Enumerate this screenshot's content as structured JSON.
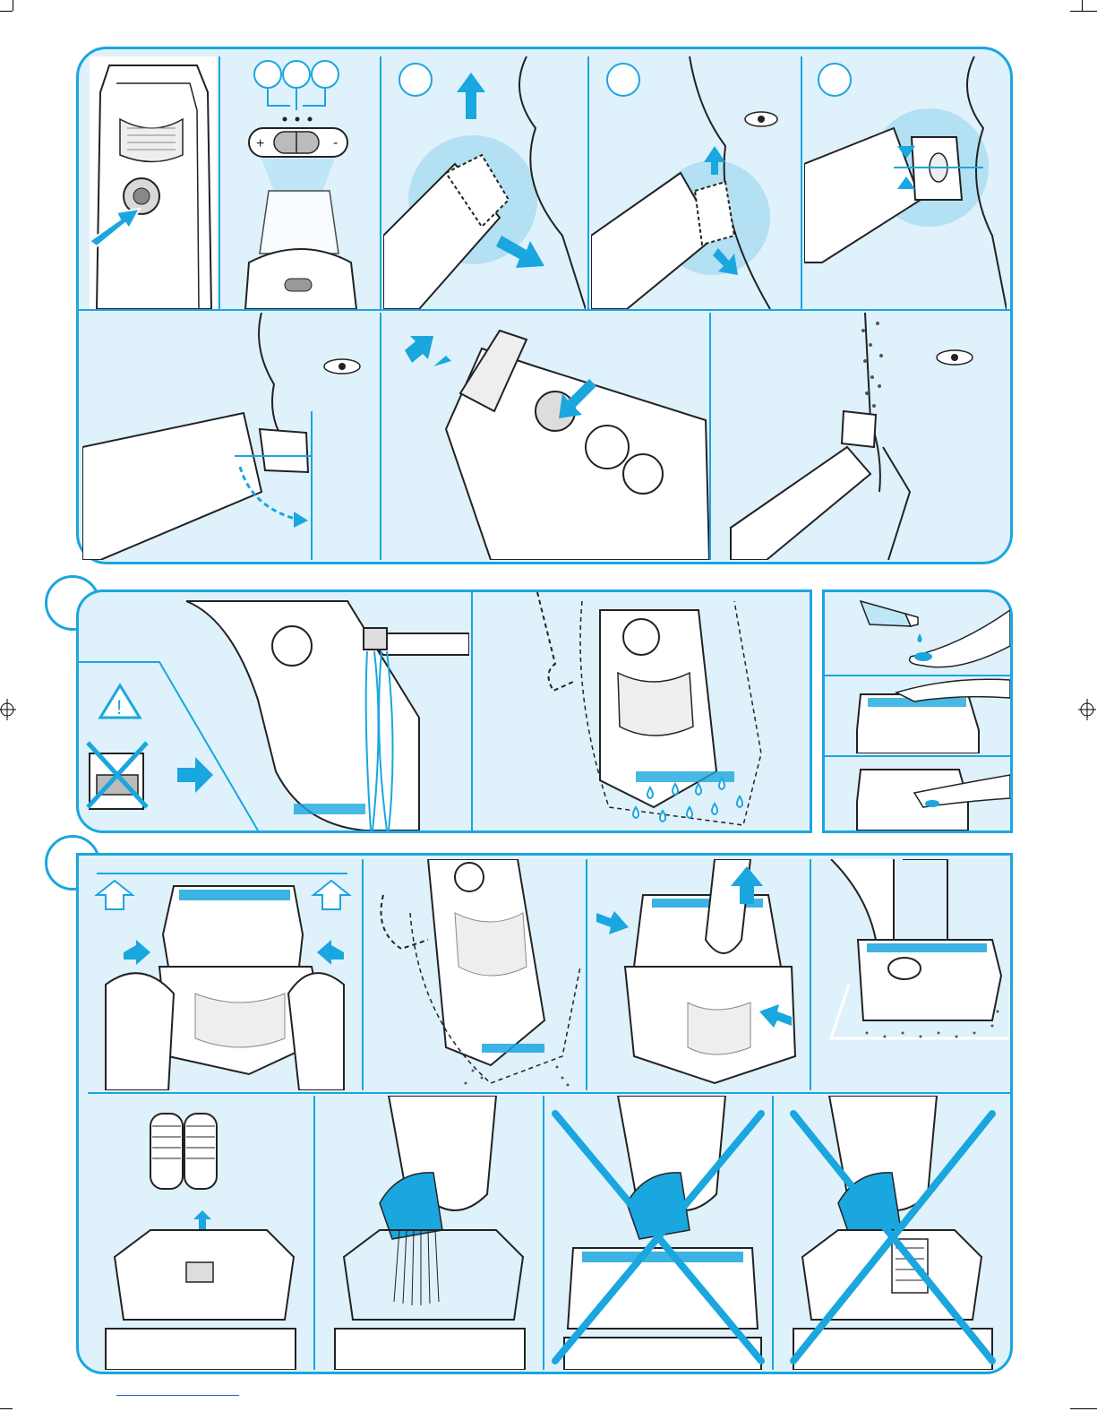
{
  "document": {
    "type": "instruction illustration page",
    "language": "none",
    "colors": {
      "accent": "#1aa6df",
      "panel_fill": "#dff1fb",
      "line_art": "#222222",
      "white": "#ffffff"
    }
  },
  "panels": {
    "operation": {
      "label": "",
      "row1": [
        {
          "name": "power-switch",
          "marker": ""
        },
        {
          "name": "mode-selector",
          "markers": [
            "",
            "",
            ""
          ],
          "selector_symbols": [
            "+",
            "-"
          ]
        },
        {
          "name": "shaving-step-1",
          "marker": ""
        },
        {
          "name": "shaving-step-2",
          "marker": ""
        },
        {
          "name": "shaving-step-3",
          "marker": ""
        }
      ],
      "row2": [
        {
          "name": "trimmer-position"
        },
        {
          "name": "trimmer-extend"
        },
        {
          "name": "sideburn-trim"
        }
      ]
    },
    "cleaning": {
      "label": "",
      "cells": [
        {
          "name": "unplug-warning",
          "warning_symbol": "!"
        },
        {
          "name": "rinse-under-tap"
        },
        {
          "name": "shake-dry"
        }
      ],
      "oil_steps": [
        {
          "name": "oil-drop"
        },
        {
          "name": "oil-foil"
        },
        {
          "name": "oil-cutter"
        }
      ]
    },
    "maintenance": {
      "label": "",
      "row1": [
        {
          "name": "remove-shaver-head"
        },
        {
          "name": "rinse-head"
        },
        {
          "name": "release-frame"
        },
        {
          "name": "tap-out-hairs"
        }
      ],
      "row2": [
        {
          "name": "replace-cutter-block"
        },
        {
          "name": "brush-cutter",
          "allowed": true
        },
        {
          "name": "brush-foil-wrong",
          "allowed": false
        },
        {
          "name": "brush-cutter-wrong",
          "allowed": false
        }
      ]
    }
  }
}
